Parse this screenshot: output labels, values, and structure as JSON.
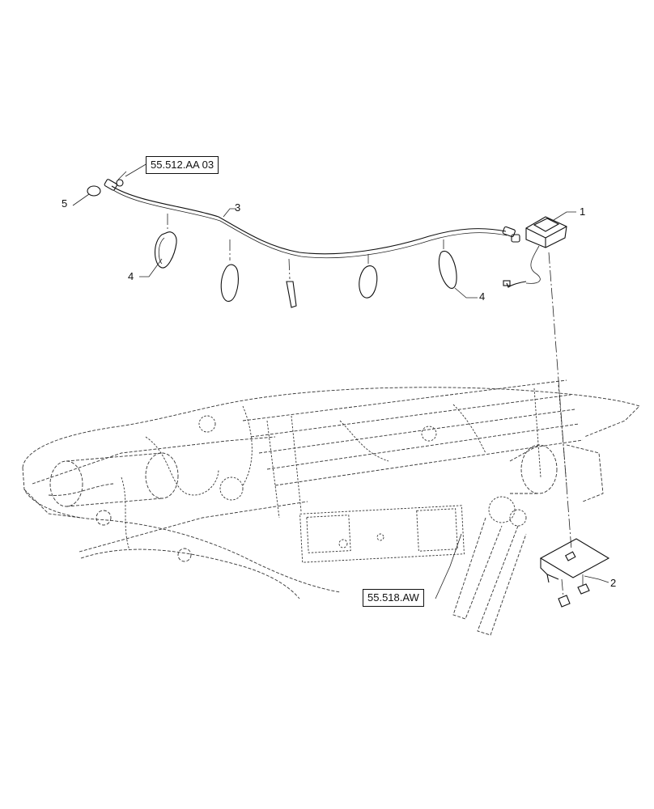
{
  "references": {
    "top": "55.512.AA 03",
    "bottom": "55.518.AW"
  },
  "callouts": {
    "item1": "1",
    "item2": "2",
    "item3": "3",
    "item4_left": "4",
    "item4_right": "4",
    "item5": "5"
  }
}
